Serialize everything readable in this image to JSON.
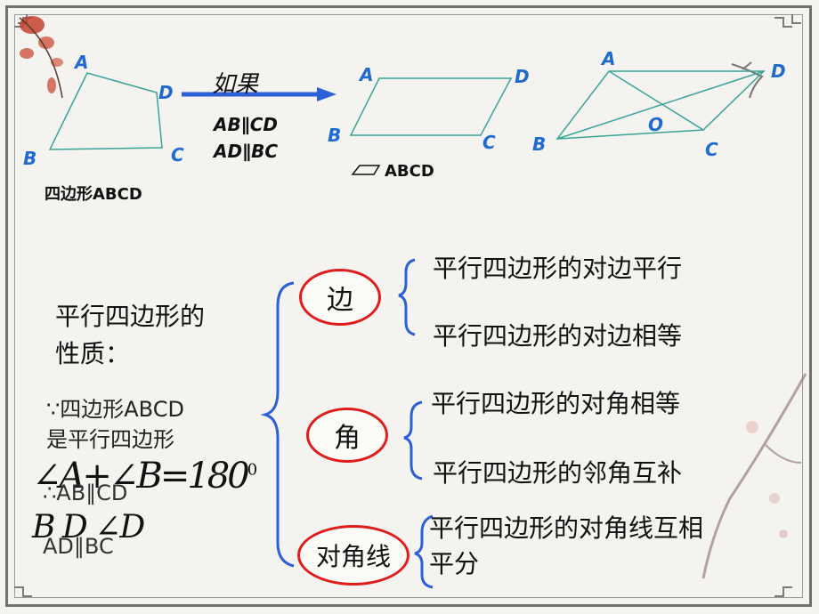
{
  "fig1": {
    "A": "A",
    "B": "B",
    "C": "C",
    "D": "D",
    "caption": "四边形ABCD"
  },
  "arrow": {
    "word": "如果",
    "cond1": "AB∥CD",
    "cond2": "AD∥BC"
  },
  "fig2": {
    "A": "A",
    "B": "B",
    "C": "C",
    "D": "D",
    "caption": "ABCD"
  },
  "fig3": {
    "A": "A",
    "B": "B",
    "C": "C",
    "D": "D",
    "O": "O"
  },
  "left": {
    "title_line1": "平行四边形的",
    "title_line2": "性质：",
    "because1": "∵四边形ABCD",
    "because2": "是平行四边形",
    "formula": "∠A+∠B=180",
    "formula_exp": "0",
    "overlap1": "∴AB∥CD",
    "formula2": "B    D   ∠D",
    "overlap2": "AD∥BC"
  },
  "categories": {
    "side": "边",
    "angle": "角",
    "diagonal": "对角线"
  },
  "properties": {
    "side1": "平行四边形的对边平行",
    "side2": "平行四边形的对边相等",
    "angle1": "平行四边形的对角相等",
    "angle2": "平行四边形的邻角互补",
    "diag1": "平行四边形的对角线互相",
    "diag2": "平分"
  },
  "colors": {
    "accent_blue": "#1f6bd1",
    "oval_red": "#e01d1d",
    "line_teal": "#3aa39a"
  }
}
